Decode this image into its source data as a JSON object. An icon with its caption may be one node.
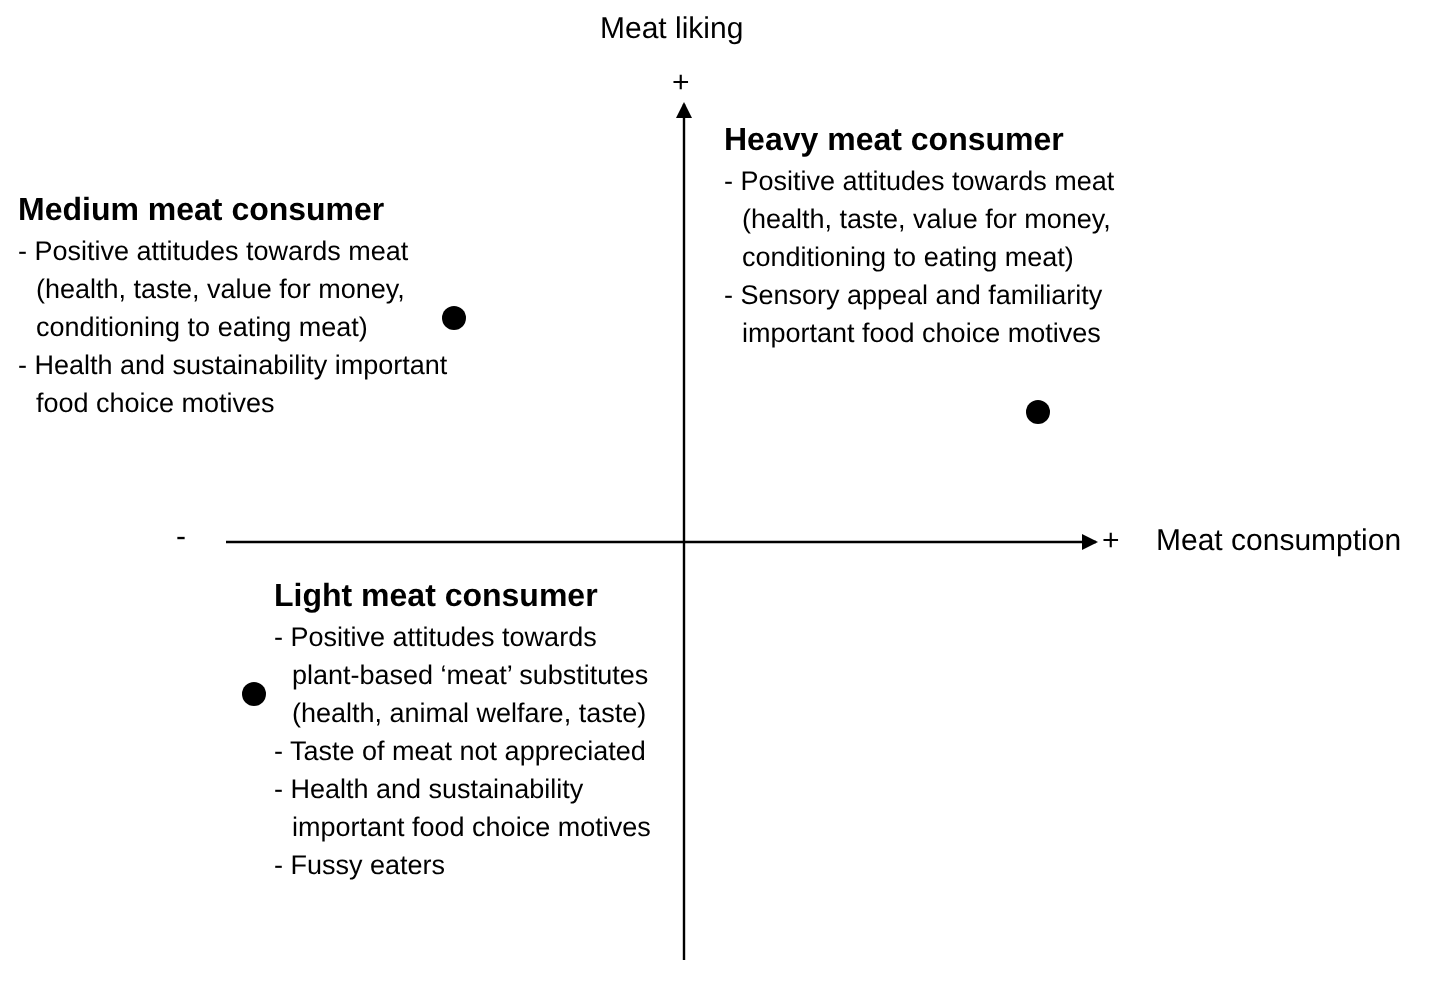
{
  "diagram": {
    "labels": [
      "Meat liking",
      "+",
      "Heavy meat consumer",
      "- Positive attitudes towards meat (health, taste, value for money, conditioning to eating meat)",
      "- Sensory appeal and familiarity important food choice motives",
      "Medium meat consumer",
      "- Positive attitudes towards meat (health, taste, value for money, conditioning to eating meat)",
      "- Health and sustainability important food choice motives",
      "-",
      "+",
      "Meat consumption",
      "Light meat consumer",
      "- Positive attitudes towards plant-based ‘meat’ substitutes (health, animal welfare, taste)",
      "- Taste of meat not appreciated",
      "- Health and sustainability important food choice motives",
      "- Fussy eaters"
    ]
  }
}
